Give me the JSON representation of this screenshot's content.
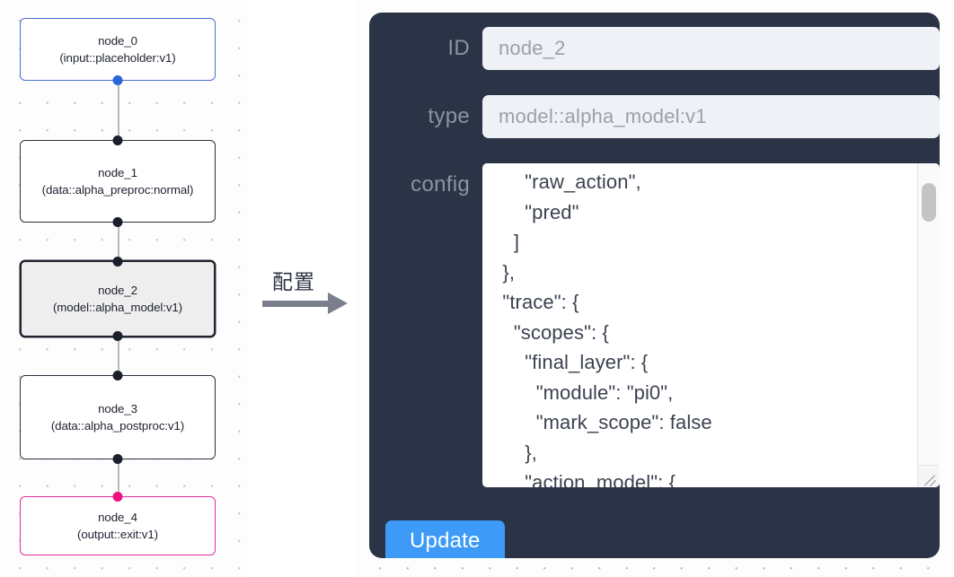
{
  "graph": {
    "nodes": [
      {
        "id": "node_0",
        "type_line": "(input::placeholder:v1)",
        "role": "input",
        "selected": false,
        "accent": "#4a6fd4"
      },
      {
        "id": "node_1",
        "type_line": "(data::alpha_preproc:normal)",
        "role": "process",
        "selected": false,
        "accent": "#2c2f3f"
      },
      {
        "id": "node_2",
        "type_line": "(model::alpha_model:v1)",
        "role": "model",
        "selected": true,
        "accent": "#20242f"
      },
      {
        "id": "node_3",
        "type_line": "(data::alpha_postproc:v1)",
        "role": "process",
        "selected": false,
        "accent": "#2c2f3f"
      },
      {
        "id": "node_4",
        "type_line": "(output::exit:v1)",
        "role": "output",
        "selected": false,
        "accent": "#e0309a"
      }
    ]
  },
  "transition": {
    "label": "配置",
    "arrow_color": "#7a7f8c"
  },
  "panel": {
    "background": "#2b3446",
    "fields": {
      "id": {
        "label": "ID",
        "value": "node_2"
      },
      "type": {
        "label": "type",
        "value": "model::alpha_model:v1"
      },
      "config": {
        "label": "config",
        "value": "      \"raw_action\",\n      \"pred\"\n    ]\n  },\n  \"trace\": {\n    \"scopes\": {\n      \"final_layer\": {\n        \"module\": \"pi0\",\n        \"mark_scope\": false\n      },\n      \"action_model\": {"
      }
    },
    "update_button": {
      "label": "Update",
      "color": "#3d9bf7"
    },
    "scrollbar": {
      "name": "config-scrollbar"
    }
  }
}
